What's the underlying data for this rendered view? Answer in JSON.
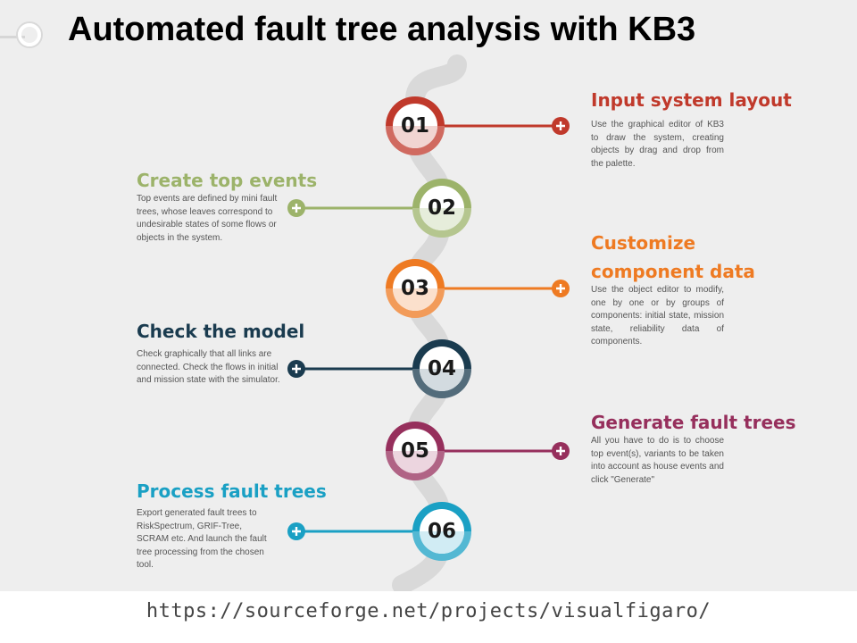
{
  "title": "Automated fault tree analysis with KB3",
  "url": "https://sourceforge.net/projects/visualfigaro/",
  "steps": [
    {
      "number": "01",
      "title": "Input system layout",
      "description": "Use the graphical editor of KB3 to draw the system, creating objects by drag and drop from the palette.",
      "color": "#c0392b",
      "side": "right"
    },
    {
      "number": "02",
      "title": "Create top events",
      "description": "Top events are defined by mini fault trees, whose leaves correspond to undesirable states of some flows or objects in the system.",
      "color": "#9cb36a",
      "side": "left"
    },
    {
      "number": "03",
      "title": "Customize component data",
      "title_line1": "Customize",
      "title_line2": "component data",
      "description": "Use the object editor to modify, one by one or by groups of components: initial state, mission state, reliability data of components.",
      "color": "#ee7a22",
      "side": "right"
    },
    {
      "number": "04",
      "title": "Check the model",
      "description": "Check graphically that all links are connected. Check the flows in initial and mission state with the simulator.",
      "color": "#1a3b4f",
      "side": "left"
    },
    {
      "number": "05",
      "title": "Generate fault trees",
      "description": "All you have to do is to choose top event(s), variants to be taken into account as house events and click \"Generate\"",
      "color": "#962f5c",
      "side": "right"
    },
    {
      "number": "06",
      "title": "Process fault trees",
      "description": "Export generated fault trees to RiskSpectrum, GRIF-Tree, SCRAM etc. And launch the fault tree processing from the chosen tool.",
      "color": "#1aa0c4",
      "side": "left"
    }
  ]
}
